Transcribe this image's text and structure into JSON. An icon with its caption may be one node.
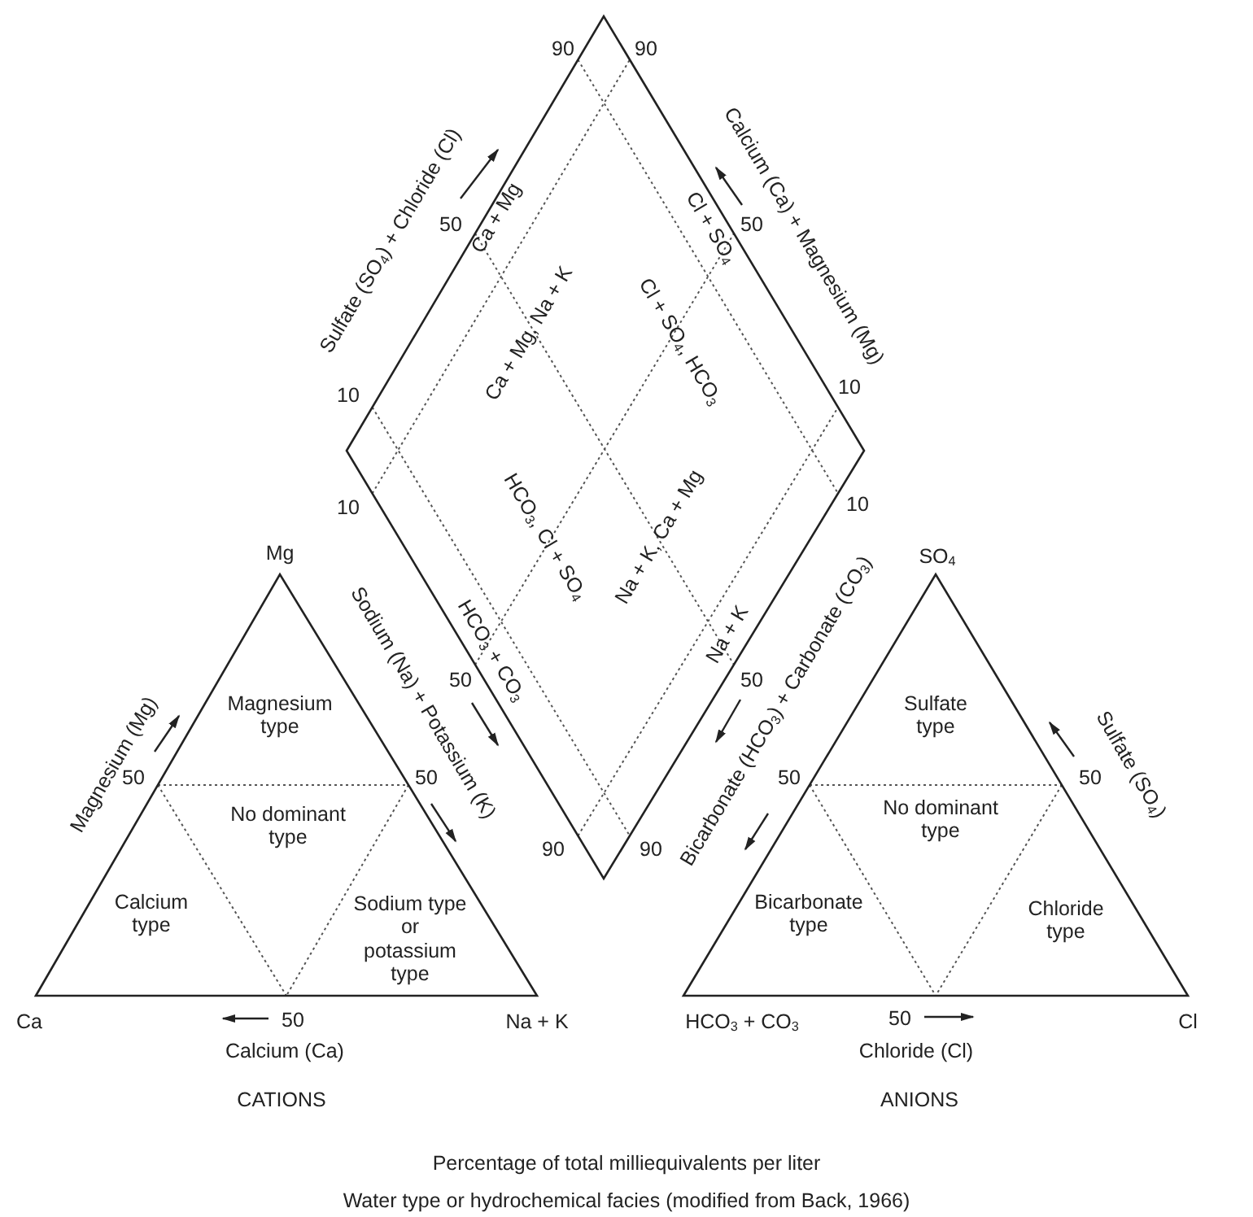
{
  "diagram": {
    "caption": "Water type or hydrochemical facies (modified from Back, 1966)",
    "labels": [
      "90",
      "90",
      "Sulfate (SO$_{4}$) + Chloride (Cl)",
      "Calcium (Ca) + Magnesium (Mg)",
      "50",
      "Ca + Mg",
      "Ca + Mg, Na + K",
      "Cl + SO$_{4}$, HCO$_{3}$",
      "Cl + SO$_{4}$",
      "50",
      "10",
      "10",
      "10",
      "HCO$_{3}$, Cl + SO$_{4}$",
      "Na + K, Ca + Mg",
      "10",
      "Mg",
      "Sodium (Na) + Potassium (K)",
      "HCO$_{3}$ + CO$_{3}$",
      "Na + K",
      "Bicarbonate (HCO$_{3}$) + Carbonate (CO$_{3}$)",
      "SO$_{4}$",
      "Magnesium (Mg)",
      "Magnesium type",
      "50",
      "50",
      "Sulfate type",
      "Sulfate (SO$_{4}$)",
      "50",
      "50",
      "50",
      "50",
      "No dominant type",
      "No dominant type",
      "90",
      "90",
      "Calcium type",
      "Sodium type or potassium type",
      "Bicarbonate type",
      "Chloride type",
      "Ca",
      "50",
      "Na + K",
      "HCO$_{3}$ + CO$_{3}$",
      "50",
      "Cl",
      "Calcium (Ca)",
      "Chloride (Cl)",
      "CATIONS",
      "ANIONS",
      "Percentage of total milliequivalents per liter"
    ]
  }
}
